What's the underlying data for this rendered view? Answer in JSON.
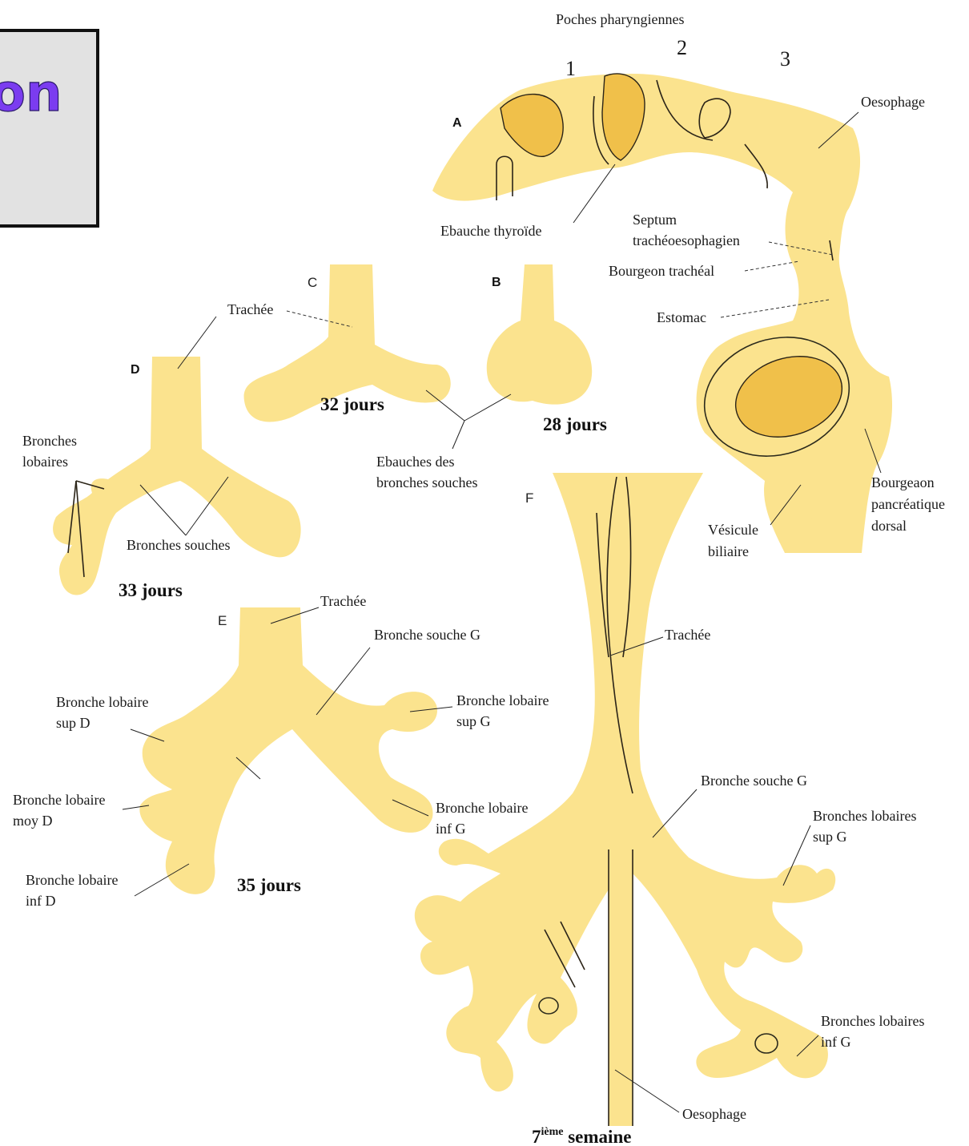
{
  "title_fragment": "on",
  "colors": {
    "tissue": "#fbe38e",
    "tissue_dark": "#f0c04a",
    "title": "#7b3cf0",
    "title_box": "#e2e2e2"
  },
  "panels": {
    "A": "A",
    "B": "B",
    "C": "C",
    "D": "D",
    "E": "E",
    "F": "F"
  },
  "pharynx": {
    "heading": "Poches pharyngiennes",
    "pouch_1": "1",
    "pouch_2": "2",
    "pouch_3": "3",
    "oesophage": "Oesophage",
    "thyroide": "Ebauche thyroïde",
    "septum_1": "Septum",
    "septum_2": "trachéoesophagien",
    "bourgeon_tracheal": "Bourgeon trachéal",
    "estomac": "Estomac",
    "pancreas_1": "Bourgeaon",
    "pancreas_2": "pancréatique",
    "pancreas_3": "dorsal",
    "vesicule_1": "Vésicule",
    "vesicule_2": "biliaire"
  },
  "stage_b": {
    "age": "28 jours"
  },
  "stage_c": {
    "age": "32 jours",
    "trachee": "Trachée"
  },
  "ebauches": {
    "line1": "Ebauches des",
    "line2": "bronches souches"
  },
  "stage_d": {
    "age": "33 jours",
    "lobaires_1": "Bronches",
    "lobaires_2": "lobaires",
    "souches": "Bronches souches"
  },
  "stage_e": {
    "age": "35 jours",
    "trachee": "Trachée",
    "souche_g": "Bronche souche G",
    "sup_d_1": "Bronche lobaire",
    "sup_d_2": "sup D",
    "moy_d_1": "Bronche lobaire",
    "moy_d_2": "moy D",
    "inf_d_1": "Bronche lobaire",
    "inf_d_2": "inf D",
    "sup_g_1": "Bronche lobaire",
    "sup_g_2": "sup G",
    "inf_g_1": "Bronche lobaire",
    "inf_g_2": "inf G"
  },
  "stage_f": {
    "trachee": "Trachée",
    "souche_g": "Bronche souche G",
    "lob_sup_1": "Bronches lobaires",
    "lob_sup_2": "sup G",
    "lob_inf_1": "Bronches lobaires",
    "lob_inf_2": "inf G",
    "oesophage": "Oesophage",
    "age_num": "7",
    "age_sup": "ième",
    "age_word": "semaine"
  }
}
